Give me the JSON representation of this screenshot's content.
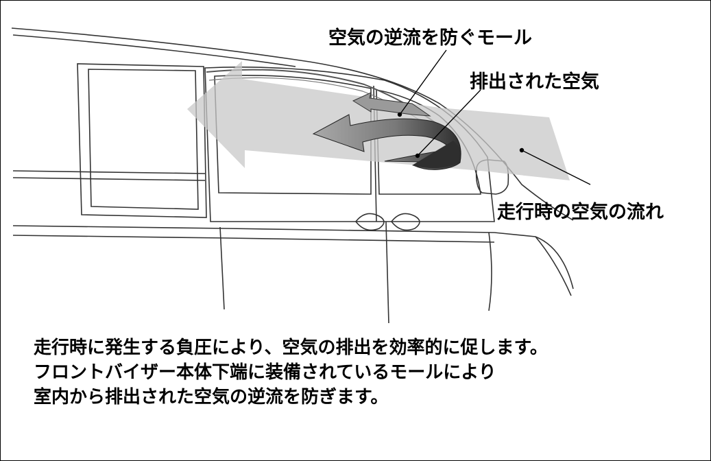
{
  "labels": {
    "backflow_molding": "空気の逆流を防ぐモール",
    "exhausted_air": "排出された空気",
    "airflow_driving": "走行時の空気の流れ"
  },
  "description": {
    "line1": "走行時に発生する負圧により、空気の排出を効率的に促します。",
    "line2": "フロントバイザー本体下端に装備されているモールにより",
    "line3": "室内から排出された空気の逆流を防ぎます。"
  },
  "colors": {
    "airflow_band": "#c8c8c8",
    "exhaust_arrow_dark": "#3c3c3c",
    "exhaust_arrow_light": "#b0b0b0",
    "line_art": "#333333"
  }
}
